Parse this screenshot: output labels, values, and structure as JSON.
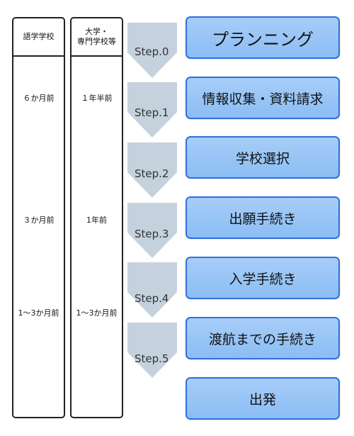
{
  "columns": {
    "language_school": {
      "header": "語学学校",
      "timeline": [
        "６か月前",
        "３か月前",
        "1〜3か月前"
      ]
    },
    "university": {
      "header": "大学・\n専門学校等",
      "timeline": [
        "１年半前",
        "1年前",
        "1〜3か月前"
      ]
    }
  },
  "steps": [
    {
      "label": "Step.0",
      "box": "プランニング"
    },
    {
      "label": "Step.1",
      "box": "情報収集・資料請求"
    },
    {
      "label": "Step.2",
      "box": "学校選択"
    },
    {
      "label": "Step.3",
      "box": "出願手続き"
    },
    {
      "label": "Step.4",
      "box": "入学手続き"
    },
    {
      "label": "Step.5",
      "box": "渡航までの手続き"
    }
  ],
  "final_box": "出発",
  "colors": {
    "arrow": "#c5d2de",
    "box_fill": "#9cc7f6",
    "box_border": "#2f6fe0"
  }
}
